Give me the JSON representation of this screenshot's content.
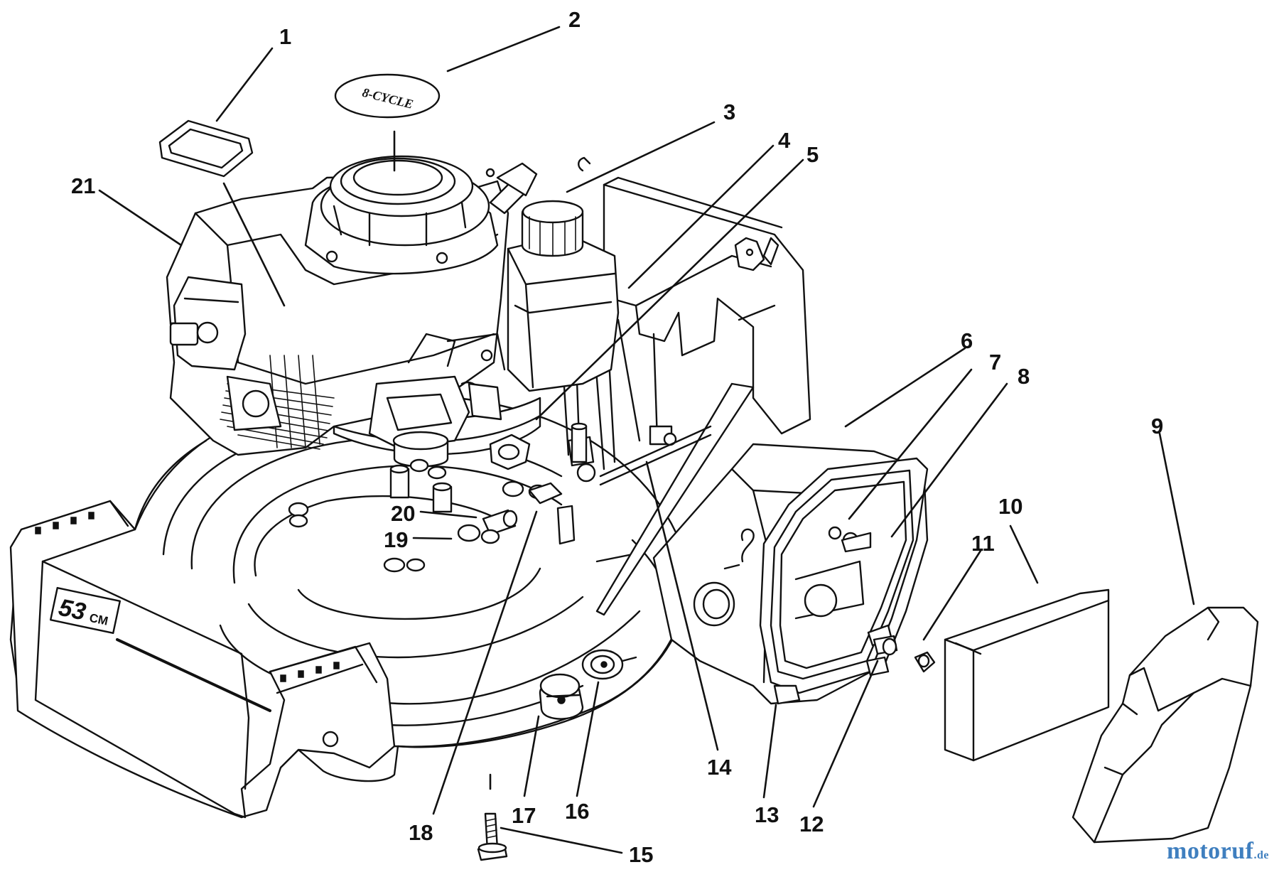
{
  "callouts": [
    {
      "id": "1",
      "label": "1"
    },
    {
      "id": "2",
      "label": "2"
    },
    {
      "id": "3",
      "label": "3"
    },
    {
      "id": "4",
      "label": "4"
    },
    {
      "id": "5",
      "label": "5"
    },
    {
      "id": "6",
      "label": "6"
    },
    {
      "id": "7",
      "label": "7"
    },
    {
      "id": "8",
      "label": "8"
    },
    {
      "id": "9",
      "label": "9"
    },
    {
      "id": "10",
      "label": "10"
    },
    {
      "id": "11",
      "label": "11"
    },
    {
      "id": "12",
      "label": "12"
    },
    {
      "id": "13",
      "label": "13"
    },
    {
      "id": "14",
      "label": "14"
    },
    {
      "id": "15",
      "label": "15"
    },
    {
      "id": "16",
      "label": "16"
    },
    {
      "id": "17",
      "label": "17"
    },
    {
      "id": "18",
      "label": "18"
    },
    {
      "id": "19",
      "label": "19"
    },
    {
      "id": "20",
      "label": "20"
    },
    {
      "id": "21",
      "label": "21"
    }
  ],
  "deck_badge": {
    "number": "53",
    "unit": "CM"
  },
  "decal_text": "8-CYCLE",
  "watermark": {
    "name": "motoruf",
    "tld": ".de"
  }
}
